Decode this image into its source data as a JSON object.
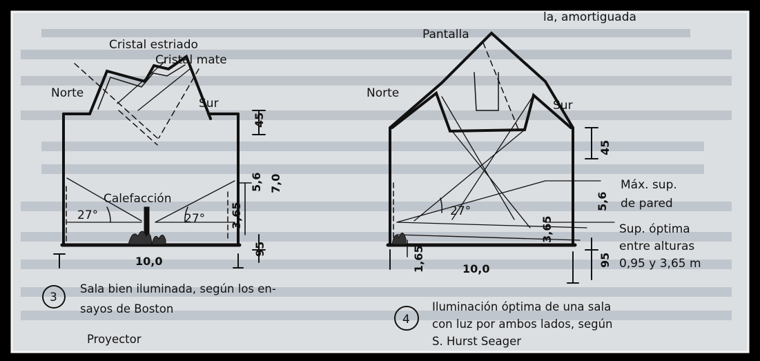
{
  "figure3": {
    "top_label_clipped": "",
    "labels": {
      "cristal_estriado": "Cristal estriado",
      "cristal_mate": "Cristal mate",
      "norte": "Norte",
      "sur": "Sur",
      "calefaccion": "Calefacción",
      "angle_left": "27°",
      "angle_right": "27°"
    },
    "dims": {
      "d45": "45",
      "d56": "5,6",
      "d70": "7,0",
      "d365": "3,65",
      "d95": "95",
      "width": "10,0"
    },
    "number": "3",
    "caption_line1": "Sala bien iluminada, según los en-",
    "caption_line2": "sayos de Boston",
    "below_caption": "Proyector"
  },
  "figure4": {
    "top_label_clipped": "la, amortiguada",
    "labels": {
      "pantalla": "Pantalla",
      "norte": "Norte",
      "sur": "Sur",
      "angle": "27°"
    },
    "dims": {
      "d45": "45",
      "d56": "5,6",
      "d365": "3,65",
      "d165": "1,65",
      "d95": "95",
      "width": "10,0"
    },
    "side_notes": {
      "max_line1": "Máx. sup.",
      "max_line2": "de pared",
      "opt_line1": "Sup. óptima",
      "opt_line2": "entre alturas",
      "opt_line3": "0,95 y 3,65 m"
    },
    "number": "4",
    "caption_line1": "Iluminación óptima de una sala",
    "caption_line2": "con luz por ambos lados, según",
    "caption_line3": "S. Hurst Seager"
  },
  "colors": {
    "paper": "#dcdfe2",
    "ink": "#111111",
    "bleed": "#8f9aa6",
    "frame": "#000000"
  }
}
